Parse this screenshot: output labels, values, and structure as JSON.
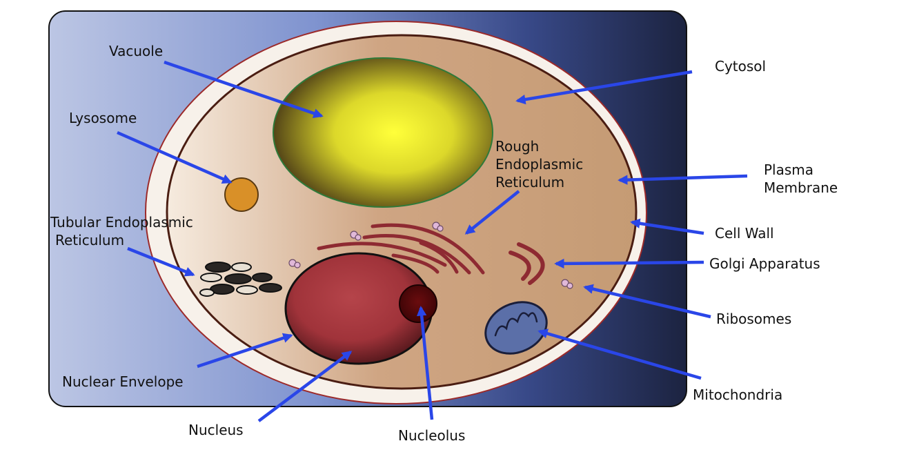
{
  "labels": {
    "vacuole": "Vacuole",
    "lysosome": "Lysosome",
    "tubular_er_line1": "Tubular Endoplasmic",
    "tubular_er_line2": "Reticulum",
    "nuclear_envelope": "Nuclear Envelope",
    "nucleus": "Nucleus",
    "nucleolus": "Nucleolus",
    "rough_er_line1": "Rough",
    "rough_er_line2": "Endoplasmic",
    "rough_er_line3": "Reticulum",
    "cytosol": "Cytosol",
    "plasma_membrane_line1": "Plasma",
    "plasma_membrane_line2": "Membrane",
    "cell_wall": "Cell Wall",
    "golgi_apparatus": "Golgi Apparatus",
    "ribosomes": "Ribosomes",
    "mitochondria": "Mitochondria"
  },
  "colors": {
    "arrow": "#2a46e8",
    "cytosol": "#c9a07c",
    "cell_wall": "#f7f1ea",
    "vacuole": "#f0ee30",
    "nucleus": "#a33238",
    "golgi": "#8e2a32",
    "mitochondria": "#5b6fa8",
    "lysosome": "#d99028",
    "ribosome": "#e0b8d8"
  }
}
